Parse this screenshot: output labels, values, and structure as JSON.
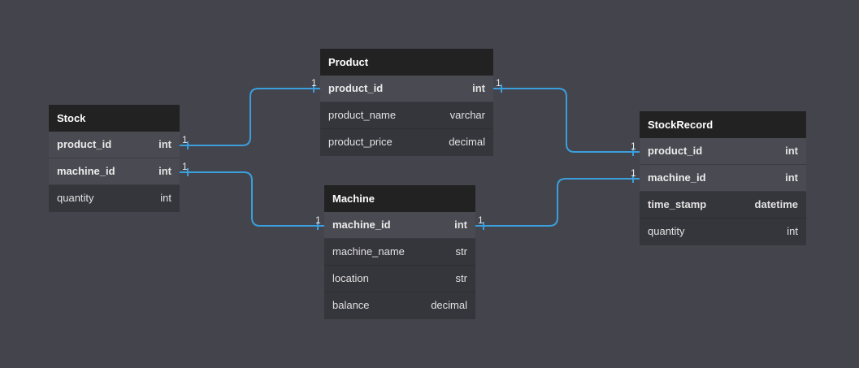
{
  "tables": {
    "stock": {
      "title": "Stock",
      "rows": [
        {
          "name": "product_id",
          "type": "int"
        },
        {
          "name": "machine_id",
          "type": "int"
        },
        {
          "name": "quantity",
          "type": "int"
        }
      ]
    },
    "product": {
      "title": "Product",
      "rows": [
        {
          "name": "product_id",
          "type": "int"
        },
        {
          "name": "product_name",
          "type": "varchar"
        },
        {
          "name": "product_price",
          "type": "decimal"
        }
      ]
    },
    "machine": {
      "title": "Machine",
      "rows": [
        {
          "name": "machine_id",
          "type": "int"
        },
        {
          "name": "machine_name",
          "type": "str"
        },
        {
          "name": "location",
          "type": "str"
        },
        {
          "name": "balance",
          "type": "decimal"
        }
      ]
    },
    "stockrecord": {
      "title": "StockRecord",
      "rows": [
        {
          "name": "product_id",
          "type": "int"
        },
        {
          "name": "machine_id",
          "type": "int"
        },
        {
          "name": "time_stamp",
          "type": "datetime"
        },
        {
          "name": "quantity",
          "type": "int"
        }
      ]
    }
  },
  "relationships": [
    {
      "from": "stock.product_id",
      "to": "product.product_id",
      "from_card": "1",
      "to_card": "1"
    },
    {
      "from": "stock.machine_id",
      "to": "machine.machine_id",
      "from_card": "1",
      "to_card": "1"
    },
    {
      "from": "product.product_id",
      "to": "stockrecord.product_id",
      "from_card": "1",
      "to_card": "1"
    },
    {
      "from": "machine.machine_id",
      "to": "stockrecord.machine_id",
      "from_card": "1",
      "to_card": "1"
    }
  ],
  "colors": {
    "background": "#44444c",
    "header": "#222222",
    "key_row": "#4a4a52",
    "row": "#35353c",
    "link": "#3a9fdc"
  }
}
